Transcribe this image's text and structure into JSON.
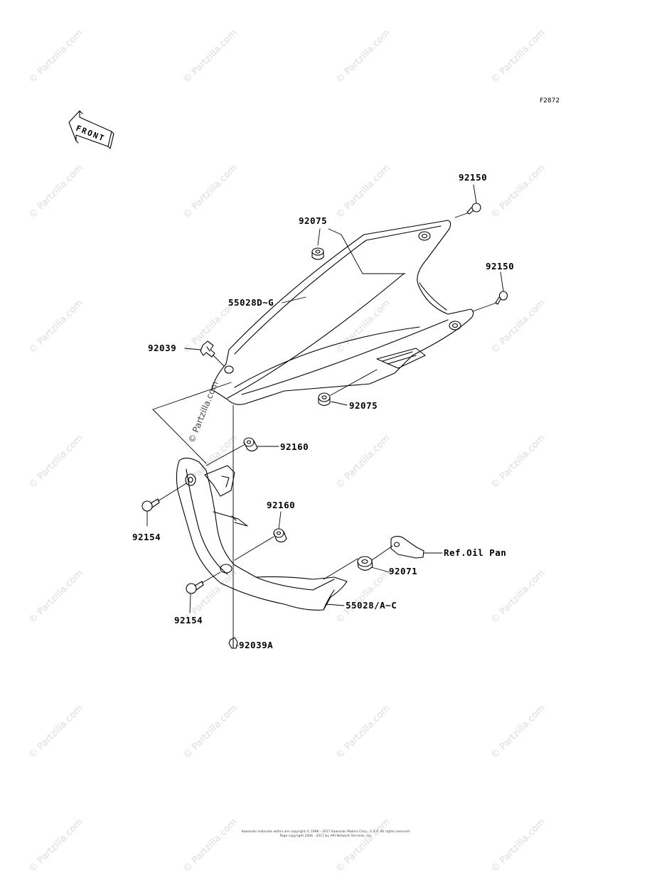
{
  "diagram": {
    "code": "F2872",
    "front_label": "FRONT",
    "watermark": "© Partzilla.com",
    "inline_watermark": "© Partzilla.com",
    "copyright_line1": "Kawasaki materials within are copyright © 1996 - 2017 Kawasaki Motors Corp., U.S.A. All rights reserved.",
    "copyright_line2": "Page copyright 2004 - 2017 by ARI Network Services, Inc."
  },
  "callouts": [
    {
      "id": "c1",
      "text": "92150"
    },
    {
      "id": "c2",
      "text": "92075"
    },
    {
      "id": "c3",
      "text": "92150"
    },
    {
      "id": "c4",
      "text": "55028D~G"
    },
    {
      "id": "c5",
      "text": "92039"
    },
    {
      "id": "c6",
      "text": "92075"
    },
    {
      "id": "c7",
      "text": "92160"
    },
    {
      "id": "c8",
      "text": "92154"
    },
    {
      "id": "c9",
      "text": "92160"
    },
    {
      "id": "c10",
      "text": "Ref.Oil Pan"
    },
    {
      "id": "c11",
      "text": "92071"
    },
    {
      "id": "c12",
      "text": "55028/A~C"
    },
    {
      "id": "c13",
      "text": "92154"
    },
    {
      "id": "c14",
      "text": "92039A"
    }
  ]
}
